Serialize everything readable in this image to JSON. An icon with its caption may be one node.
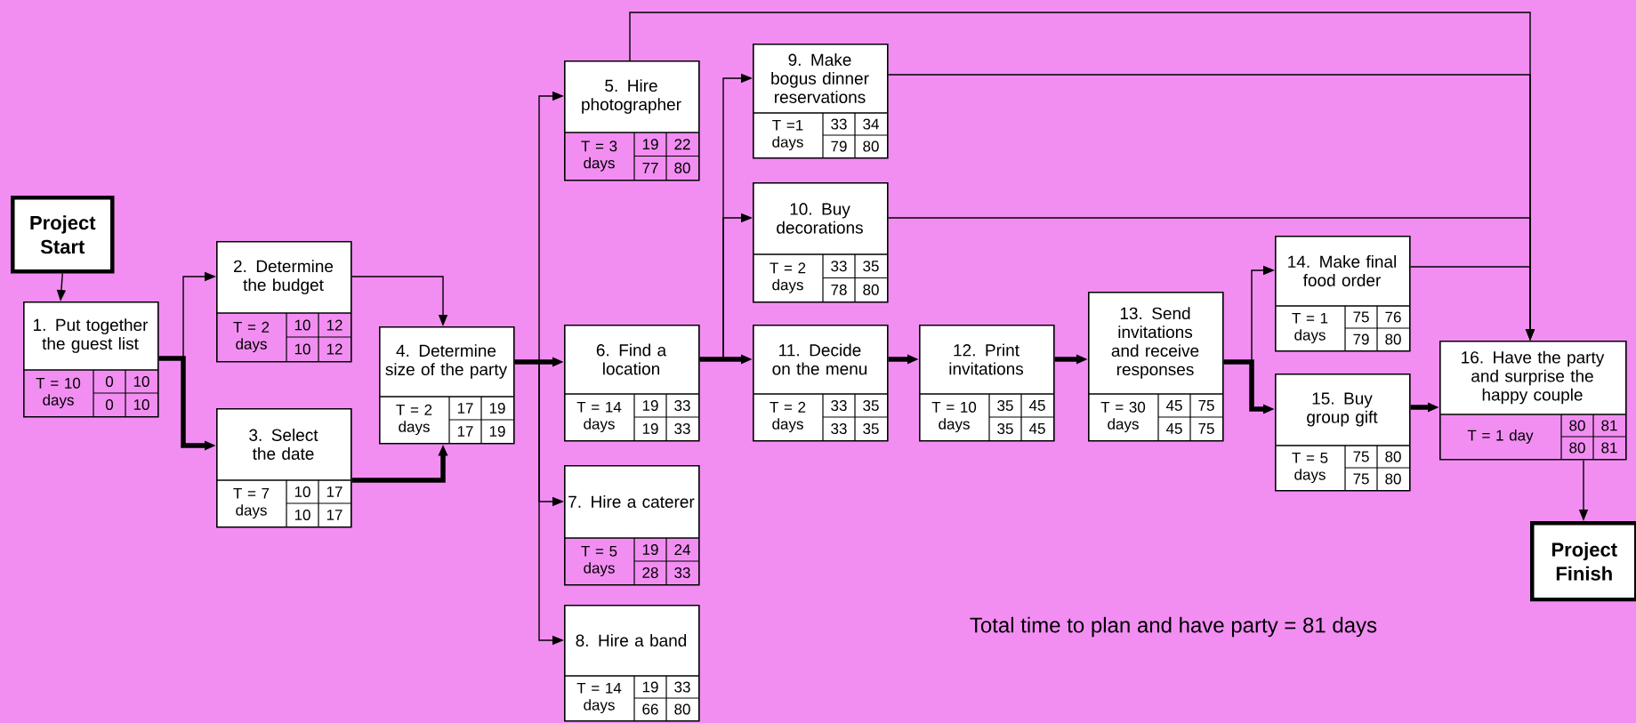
{
  "diagram": {
    "nodes": [
      {
        "text": [
          "Project Start"
        ]
      },
      {
        "text": [
          "1. Put together the guest list",
          "T = 10 days",
          "0",
          "10",
          "0",
          "10"
        ]
      },
      {
        "text": [
          "2. Determine the budget",
          "T = 2 days",
          "10",
          "12",
          "10",
          "12"
        ]
      },
      {
        "text": [
          "3. Select the date",
          "T = 7 days",
          "10",
          "17",
          "10",
          "17"
        ]
      },
      {
        "text": [
          "4. Determine size of the party",
          "T = 2 days",
          "17",
          "19",
          "17",
          "19"
        ]
      },
      {
        "text": [
          "5. Hire photographer",
          "T = 3 days",
          "19",
          "22",
          "77",
          "80"
        ]
      },
      {
        "text": [
          "6. Find a location",
          "T = 14 days",
          "19",
          "33",
          "19",
          "33"
        ]
      },
      {
        "text": [
          "7. Hire a caterer",
          "T = 5 days",
          "19",
          "24",
          "28",
          "33"
        ]
      },
      {
        "text": [
          "8. Hire a band",
          "T = 14 days",
          "19",
          "33",
          "66",
          "80"
        ]
      },
      {
        "text": [
          "9. Make bogus dinner reservations",
          "T =1 days",
          "33",
          "34",
          "79",
          "80"
        ]
      },
      {
        "text": [
          "10. Buy decorations",
          "T = 2 days",
          "33",
          "35",
          "78",
          "80"
        ]
      },
      {
        "text": [
          "11. Decide on the menu",
          "T = 2 days",
          "33",
          "35",
          "33",
          "35"
        ]
      },
      {
        "text": [
          "12. Print invitations",
          "T = 10 days",
          "35",
          "45",
          "35",
          "45"
        ]
      },
      {
        "text": [
          "13. Send invitations and receive responses",
          "T = 30 days",
          "45",
          "75",
          "45",
          "75"
        ]
      },
      {
        "text": [
          "14. Make final food order",
          "T = 1 days",
          "75",
          "76",
          "79",
          "80"
        ]
      },
      {
        "text": [
          "15. Buy group gift",
          "T = 5 days",
          "75",
          "80",
          "75",
          "80"
        ]
      },
      {
        "text": [
          "16. Have the party and surprise the happy couple",
          "T = 1 day",
          "80",
          "81",
          "80",
          "81"
        ]
      },
      {
        "text": [
          "Project Finish"
        ]
      }
    ],
    "edges": [
      {
        "from": 0,
        "to": 1,
        "arrow": "to"
      },
      {
        "from": 1,
        "to": 2,
        "arrow": "to"
      },
      {
        "from": 1,
        "to": 3,
        "arrow": "to",
        "style": "thick"
      },
      {
        "from": 2,
        "to": 4,
        "arrow": "to"
      },
      {
        "from": 3,
        "to": 4,
        "arrow": "to",
        "style": "thick"
      },
      {
        "from": 4,
        "to": 5,
        "arrow": "to"
      },
      {
        "from": 4,
        "to": 6,
        "arrow": "to",
        "style": "thick"
      },
      {
        "from": 4,
        "to": 7,
        "arrow": "to"
      },
      {
        "from": 4,
        "to": 8,
        "arrow": "to"
      },
      {
        "from": 5,
        "to": 16,
        "arrow": "to"
      },
      {
        "from": 6,
        "to": 9,
        "arrow": "to"
      },
      {
        "from": 6,
        "to": 10,
        "arrow": "to"
      },
      {
        "from": 6,
        "to": 11,
        "arrow": "to",
        "style": "thick"
      },
      {
        "from": 9,
        "to": 16,
        "arrow": "to"
      },
      {
        "from": 10,
        "to": 16,
        "arrow": "to"
      },
      {
        "from": 11,
        "to": 12,
        "arrow": "to",
        "style": "thick"
      },
      {
        "from": 12,
        "to": 13,
        "arrow": "to",
        "style": "thick"
      },
      {
        "from": 13,
        "to": 14,
        "arrow": "to"
      },
      {
        "from": 13,
        "to": 15,
        "arrow": "to",
        "style": "thick"
      },
      {
        "from": 14,
        "to": 16,
        "arrow": "to"
      },
      {
        "from": 15,
        "to": 16,
        "arrow": "to",
        "style": "thick"
      },
      {
        "from": 16,
        "to": 17,
        "arrow": "to"
      }
    ],
    "labels": [
      "Total time to plan and have party = 81 days"
    ]
  }
}
